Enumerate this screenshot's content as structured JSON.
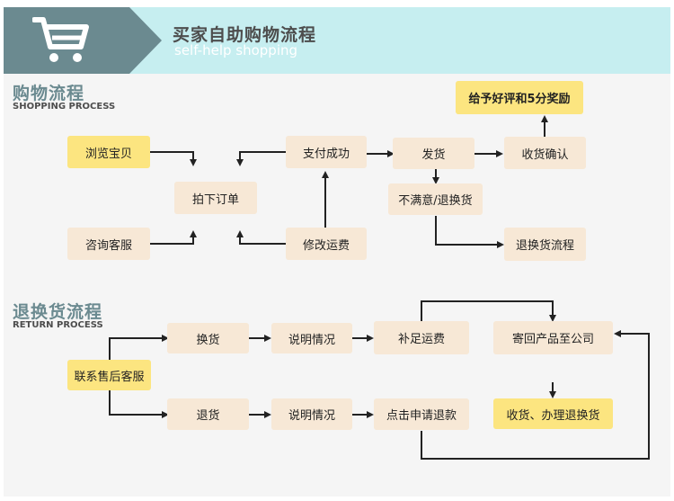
{
  "header": {
    "title": "买家自助购物流程",
    "subtitle": "self-help shopping",
    "icon": "shopping-cart-icon"
  },
  "shopping": {
    "title": "购物流程",
    "subtitle": "SHOPPING PROCESS",
    "browse": "浏览宝贝",
    "consult": "咨询客服",
    "order": "拍下订单",
    "pay": "支付成功",
    "modify_fee": "修改运费",
    "ship": "发货",
    "unhappy": "不满意/退换货",
    "return_flow": "退换货流程",
    "confirm": "收货确认",
    "reward": "给予好评和5分奖励"
  },
  "returns": {
    "title": "退换货流程",
    "subtitle": "RETURN PROCESS",
    "contact": "联系售后客服",
    "exchange": "换货",
    "explain1": "说明情况",
    "add_fee": "补足运费",
    "send_back": "寄回产品至公司",
    "refund": "退货",
    "explain2": "说明情况",
    "apply_refund": "点击申请退款",
    "receive": "收货、办理退换货"
  },
  "colors": {
    "banner_bg": "#c6eef0",
    "banner_dark": "#6b8a90",
    "box_fill": "#f7e8d6",
    "highlight_fill": "#fce580",
    "content_bg": "#f5f5f5"
  }
}
